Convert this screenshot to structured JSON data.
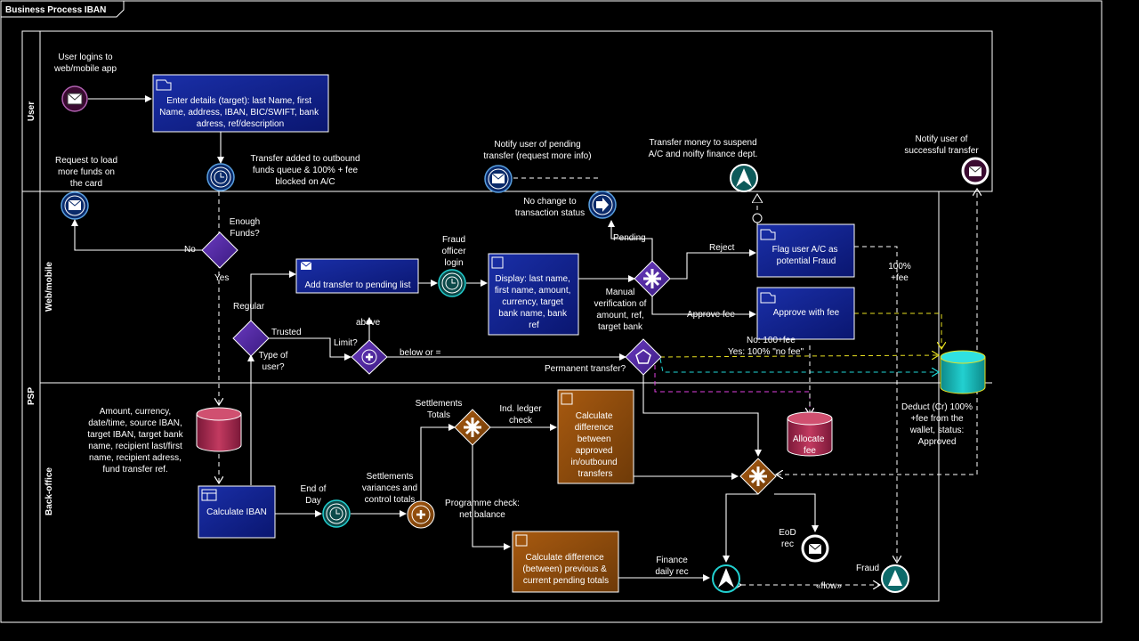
{
  "title": "Business Process IBAN",
  "lanes": {
    "user": "User",
    "psp": "PSP",
    "web": "Web/mobile",
    "back": "Back-office"
  },
  "tasks": {
    "enter_details": [
      "Enter details (target): last Name, first",
      "Name, address, IBAN, BIC/SWIFT, bank",
      "adress, ref/description"
    ],
    "add_transfer": "Add transfer to pending list",
    "display": [
      "Display: last name,",
      "first name, amount,",
      "currency, target",
      "bank name, bank",
      "ref"
    ],
    "flag_user": [
      "Flag user A/C as",
      "potential Fraud"
    ],
    "approve_fee": "Approve with fee",
    "calc_iban": "Calculate IBAN",
    "calc_diff_approved": [
      "Calculate",
      "difference",
      "between",
      "approved",
      "in/outbound",
      "transfers"
    ],
    "calc_diff_prev": [
      "Calculate difference",
      "(between) previous &",
      "current pending totals"
    ],
    "allocate_fee": [
      "Allocate",
      "fee"
    ]
  },
  "labels": {
    "user_logins": [
      "User logins to",
      "web/mobile app"
    ],
    "transfer_added": [
      "Transfer added to outbound",
      "funds queue & 100% + fee",
      "blocked on A/C"
    ],
    "request_load": [
      "Request to load",
      "more funds on",
      "the card"
    ],
    "notify_pending": [
      "Notify user of pending",
      "transfer (request more info)"
    ],
    "transfer_suspend": [
      "Transfer money to suspend",
      "A/C and noifty finance dept."
    ],
    "notify_success": [
      "Notify user of",
      "successful transfer"
    ],
    "enough_funds": [
      "Enough",
      "Funds?"
    ],
    "no": "No",
    "yes": "Yes",
    "no_change": [
      "No change to",
      "transaction status"
    ],
    "fraud_officer": [
      "Fraud",
      "officer",
      "login"
    ],
    "pending": "Pending",
    "reject": "Reject",
    "approve_fee_flow": "Approve fee",
    "manual_verification": [
      "Manual",
      "verification of",
      "amount, ref,",
      "target bank"
    ],
    "hundred_fee": [
      "100%",
      "+fee"
    ],
    "regular": "Regular",
    "trusted": "Trusted",
    "type_user": [
      "Type of",
      "user?"
    ],
    "limit": "Limit?",
    "above": "above",
    "below": "below or =",
    "permanent": "Permanent transfer?",
    "no_fee": "No: 100+fee",
    "yes_fee": "Yes: 100% \"no fee\"",
    "deduct": [
      "Deduct (Cr) 100%",
      "+fee from the",
      "wallet, status:",
      "Approved"
    ],
    "amount_list": [
      "Amount, currency,",
      "date/time, source IBAN,",
      "target IBAN, target bank",
      "name, recipient last/first",
      "name, recipient adress,",
      "fund transfer ref."
    ],
    "end_of_day": [
      "End of",
      "Day"
    ],
    "settlements_totals": [
      "Settlements",
      "Totals"
    ],
    "settlements_var": [
      "Settlements",
      "variances and",
      "control totals"
    ],
    "ind_ledger": [
      "Ind. ledger",
      "check"
    ],
    "programme_check": [
      "Programme check:",
      "net balance"
    ],
    "eod_rec": [
      "EoD",
      "rec"
    ],
    "finance_daily": [
      "Finance",
      "daily rec"
    ],
    "fraud": "Fraud",
    "flow": "«flow»"
  }
}
